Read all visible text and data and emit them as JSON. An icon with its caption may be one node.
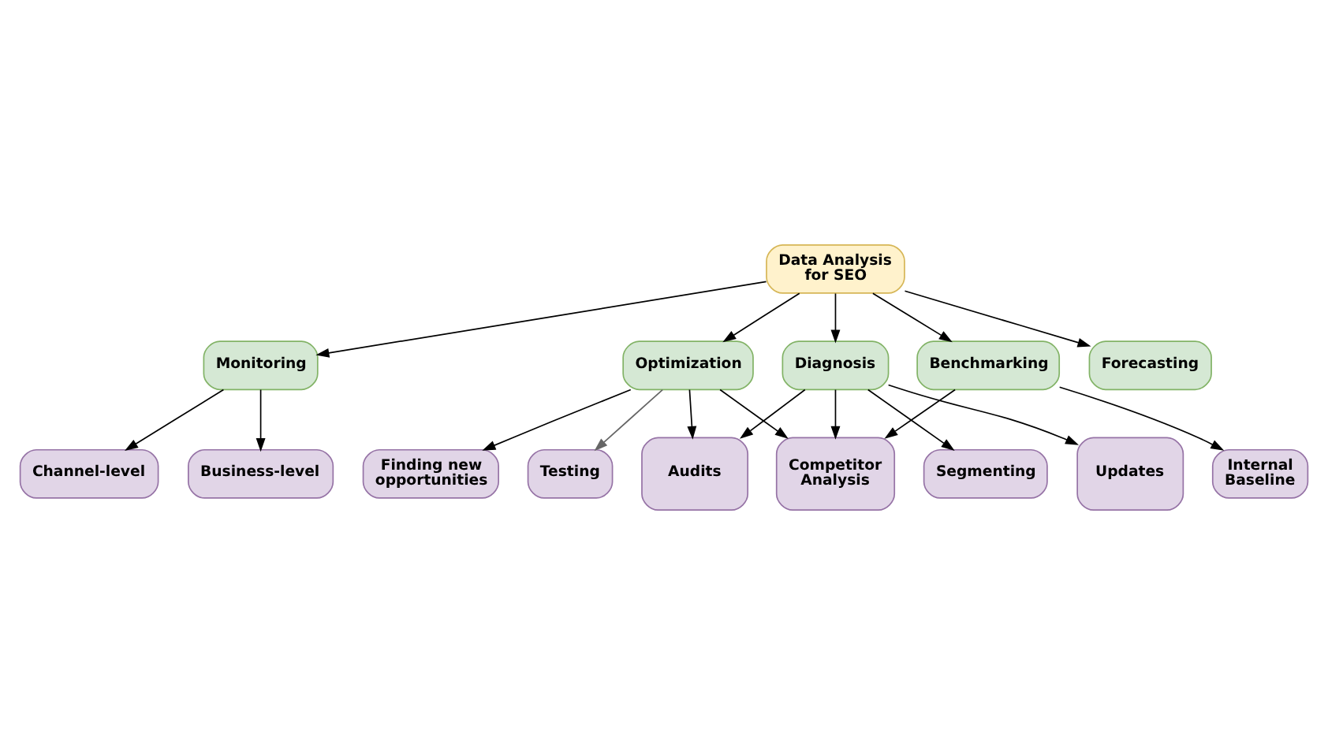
{
  "diagram": {
    "nodes": [
      {
        "text": [
          "Data Analysis for SEO"
        ]
      },
      {
        "text": [
          "Monitoring"
        ]
      },
      {
        "text": [
          "Optimization"
        ]
      },
      {
        "text": [
          "Diagnosis"
        ]
      },
      {
        "text": [
          "Benchmarking"
        ]
      },
      {
        "text": [
          "Forecasting"
        ]
      },
      {
        "text": [
          "Business-level"
        ]
      },
      {
        "text": [
          "Channel-level"
        ]
      },
      {
        "text": [
          "Audits"
        ]
      },
      {
        "text": [
          "Segmenting"
        ]
      },
      {
        "text": [
          "Internal Baseline"
        ]
      },
      {
        "text": [
          "Testing"
        ]
      },
      {
        "text": [
          "Finding new opportunities"
        ]
      },
      {
        "text": [
          "Updates"
        ]
      },
      {
        "text": [
          "Competitor Analysis"
        ]
      }
    ],
    "edges": [
      {
        "from": 0,
        "to": 1,
        "arrow": "to"
      },
      {
        "from": 0,
        "to": 2,
        "arrow": "to"
      },
      {
        "from": 0,
        "to": 3,
        "arrow": "to"
      },
      {
        "from": 0,
        "to": 4,
        "arrow": "to"
      },
      {
        "from": 0,
        "to": 5,
        "arrow": "to"
      },
      {
        "from": 1,
        "to": 6,
        "arrow": "to"
      },
      {
        "from": 1,
        "to": 7,
        "arrow": "to"
      },
      {
        "from": 2,
        "to": 11,
        "arrow": "to",
        "color": "#666666"
      },
      {
        "from": 2,
        "to": 12,
        "arrow": "to"
      },
      {
        "from": 2,
        "to": 8,
        "arrow": "to"
      },
      {
        "from": 2,
        "to": 14,
        "arrow": "to"
      },
      {
        "from": 3,
        "to": 8,
        "arrow": "to"
      },
      {
        "from": 3,
        "to": 9,
        "arrow": "to"
      },
      {
        "from": 3,
        "to": 13,
        "arrow": "to"
      },
      {
        "from": 3,
        "to": 14,
        "arrow": "to"
      },
      {
        "from": 4,
        "to": 10,
        "arrow": "to"
      },
      {
        "from": 4,
        "to": 14,
        "arrow": "to"
      }
    ]
  }
}
